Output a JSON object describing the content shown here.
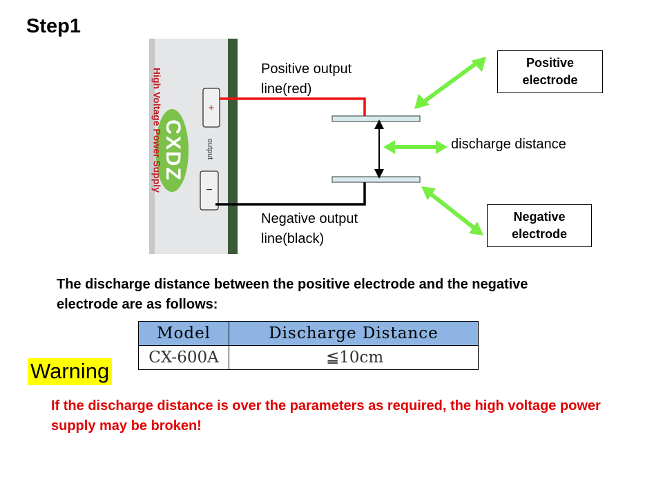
{
  "title": "Step1",
  "device": {
    "brand": "CXDZ",
    "product_text": "High Voltage Power Supply",
    "terminal_plus": "+",
    "terminal_minus": "−",
    "terminal_group_label": "output"
  },
  "labels": {
    "positive_output": "Positive output line(red)",
    "negative_output": "Negative output line(black)",
    "discharge_distance": "discharge distance",
    "positive_electrode": "Positive electrode",
    "negative_electrode": "Negative electrode"
  },
  "description": "The discharge distance between the positive electrode and the negative electrode are as follows:",
  "table": {
    "headers": [
      "Model",
      "Discharge Distance"
    ],
    "rows": [
      [
        "CX-600A",
        "≦10cm"
      ]
    ]
  },
  "warning": {
    "label": "Warning",
    "text": "If the discharge  distance is over the parameters as required, the high voltage power supply may be broken!"
  },
  "colors": {
    "positive_wire": "#ee1111",
    "negative_wire": "#000000",
    "arrows": "#77ee44",
    "table_header": "#8db4e2",
    "warning_highlight": "#ffff00",
    "warning_text": "#e00000"
  }
}
